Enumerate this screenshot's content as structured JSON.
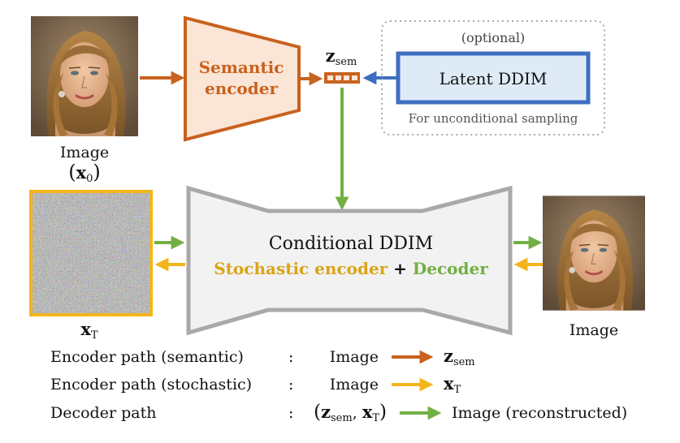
{
  "inputs": {
    "image_label": "Image",
    "image_math_pre": "(",
    "image_math_var": "x",
    "image_math_sub": "0",
    "image_math_post": ")",
    "noise_var": "x",
    "noise_sub": "T"
  },
  "semantic_encoder": {
    "line1": "Semantic",
    "line2": "encoder"
  },
  "latent": {
    "var": "z",
    "sub": "sem"
  },
  "optional_box": {
    "caption": "(optional)",
    "title": "Latent DDIM",
    "note": "For unconditional sampling"
  },
  "conditional_ddim": {
    "title": "Conditional DDIM",
    "stochastic": "Stochastic encoder",
    "plus": " + ",
    "decoder": "Decoder"
  },
  "output": {
    "image_label": "Image"
  },
  "legend": [
    {
      "label": "Encoder path (semantic)",
      "colon": ":",
      "from": "Image",
      "to_var": "z",
      "to_sub": "sem",
      "color": "#c8621e"
    },
    {
      "label": "Encoder path (stochastic)",
      "colon": ":",
      "from": "Image",
      "to_var": "x",
      "to_sub": "T",
      "color": "#f2b51c"
    },
    {
      "label": "Decoder path",
      "colon": ":",
      "from_pre": "(",
      "from_var1": "z",
      "from_sub1": "sem",
      "from_sep": ", ",
      "from_var2": "x",
      "from_sub2": "T",
      "from_post": ")",
      "to_text": "Image (reconstructed)",
      "color": "#72b043"
    }
  ],
  "colors": {
    "orange": "#c8621e",
    "orange_fill": "#fbe5d6",
    "yellow": "#f2b51c",
    "yellow_text": "#dba316",
    "green": "#72b043",
    "blue": "#3d6fc0",
    "gray_fill": "#f2f2f2",
    "gray_stroke": "#a9a9a9"
  },
  "icons": [
    "portrait-image",
    "noise-image",
    "latent-vector-icon"
  ]
}
